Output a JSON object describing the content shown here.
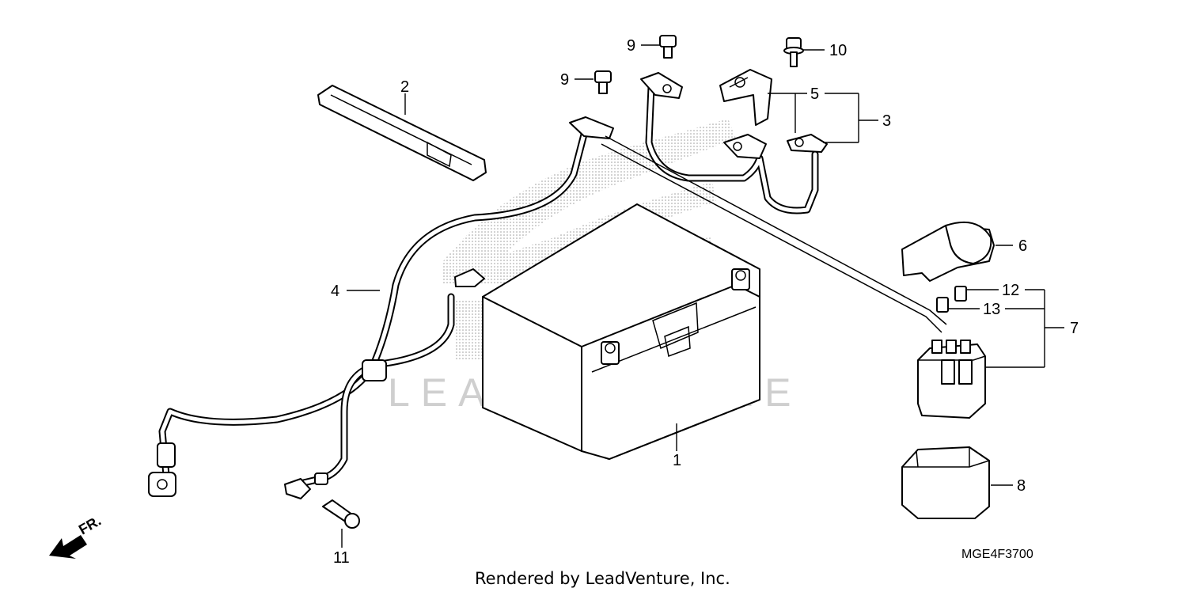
{
  "diagram": {
    "callouts": [
      {
        "id": "c1",
        "text": "1"
      },
      {
        "id": "c2",
        "text": "2"
      },
      {
        "id": "c3",
        "text": "3"
      },
      {
        "id": "c4",
        "text": "4"
      },
      {
        "id": "c5",
        "text": "5"
      },
      {
        "id": "c6",
        "text": "6"
      },
      {
        "id": "c7",
        "text": "7"
      },
      {
        "id": "c8",
        "text": "8"
      },
      {
        "id": "c9a",
        "text": "9"
      },
      {
        "id": "c9b",
        "text": "9"
      },
      {
        "id": "c10",
        "text": "10"
      },
      {
        "id": "c11",
        "text": "11"
      },
      {
        "id": "c12",
        "text": "12"
      },
      {
        "id": "c13",
        "text": "13"
      }
    ],
    "direction_label": "FR.",
    "diagram_code": "MGE4F3700",
    "watermark": "LEADVENTURE",
    "credit": "Rendered by LeadVenture, Inc."
  }
}
